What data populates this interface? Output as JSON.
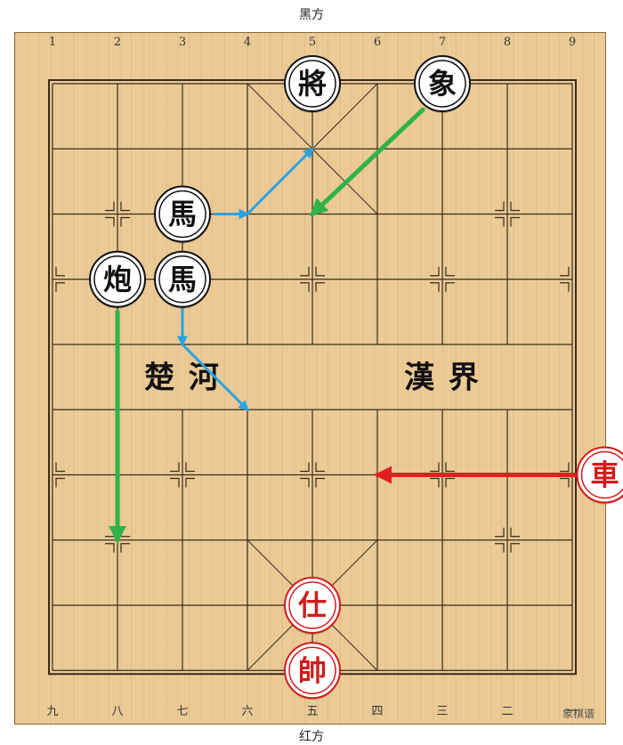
{
  "labels": {
    "top": "黑方",
    "bottom": "红方",
    "watermark": "象棋谱"
  },
  "river": {
    "left": "楚 河",
    "right": "漢 界"
  },
  "files_top": [
    "1",
    "2",
    "3",
    "4",
    "5",
    "6",
    "7",
    "8",
    "9"
  ],
  "files_bottom": [
    "九",
    "八",
    "七",
    "六",
    "五",
    "四",
    "三",
    "二",
    "一"
  ],
  "pieces": [
    {
      "id": "black-general",
      "char": "將",
      "side": "black",
      "file": 5,
      "rank": 1
    },
    {
      "id": "black-elephant",
      "char": "象",
      "side": "black",
      "file": 7,
      "rank": 1
    },
    {
      "id": "black-horse-1",
      "char": "馬",
      "side": "black",
      "file": 3,
      "rank": 3
    },
    {
      "id": "black-cannon",
      "char": "炮",
      "side": "black",
      "file": 2,
      "rank": 4
    },
    {
      "id": "black-horse-2",
      "char": "馬",
      "side": "black",
      "file": 3,
      "rank": 4
    },
    {
      "id": "red-chariot",
      "char": "車",
      "side": "red",
      "file": 9.5,
      "rank": 7
    },
    {
      "id": "red-advisor",
      "char": "仕",
      "side": "red",
      "file": 5,
      "rank": 9
    },
    {
      "id": "red-king",
      "char": "帥",
      "side": "red",
      "file": 5,
      "rank": 10
    }
  ],
  "arrows": [
    {
      "id": "horse-move-1a",
      "color": "#2aa3e0",
      "from": [
        3.5,
        3
      ],
      "to": [
        4,
        3
      ]
    },
    {
      "id": "horse-move-1b",
      "color": "#2aa3e0",
      "from": [
        4,
        3
      ],
      "to": [
        5,
        2
      ]
    },
    {
      "id": "elephant-move",
      "color": "#2fb24a",
      "from": [
        6.7,
        1.4
      ],
      "to": [
        5,
        3
      ]
    },
    {
      "id": "horse-move-2a",
      "color": "#2aa3e0",
      "from": [
        3,
        4.4
      ],
      "to": [
        3,
        5
      ]
    },
    {
      "id": "horse-move-2b",
      "color": "#2aa3e0",
      "from": [
        3,
        5
      ],
      "to": [
        4,
        6
      ]
    },
    {
      "id": "cannon-move",
      "color": "#2fb24a",
      "from": [
        2,
        4.5
      ],
      "to": [
        2,
        8
      ]
    },
    {
      "id": "chariot-move",
      "color": "#e02020",
      "from": [
        9.1,
        7
      ],
      "to": [
        6,
        7
      ]
    }
  ],
  "colors": {
    "black": "#111111",
    "red": "#d21b1b",
    "board": "#eccb97",
    "line": "#3a2a1a"
  }
}
